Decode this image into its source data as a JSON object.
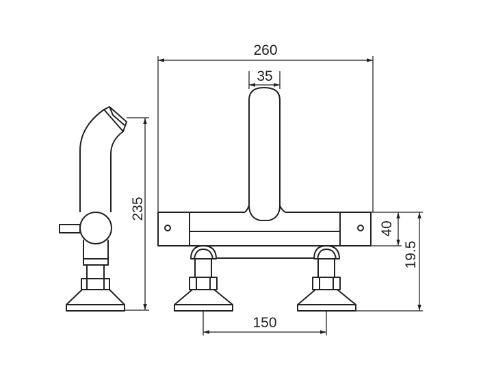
{
  "drawing": {
    "title": "Bath mixer tap dimension drawing",
    "dimensions": {
      "overall_width": "260",
      "spout_width": "35",
      "side_height": "235",
      "body_height": "40",
      "deck_height": "19.5",
      "centers": "150"
    },
    "colors": {
      "line": "#222222",
      "background": "#ffffff"
    }
  }
}
